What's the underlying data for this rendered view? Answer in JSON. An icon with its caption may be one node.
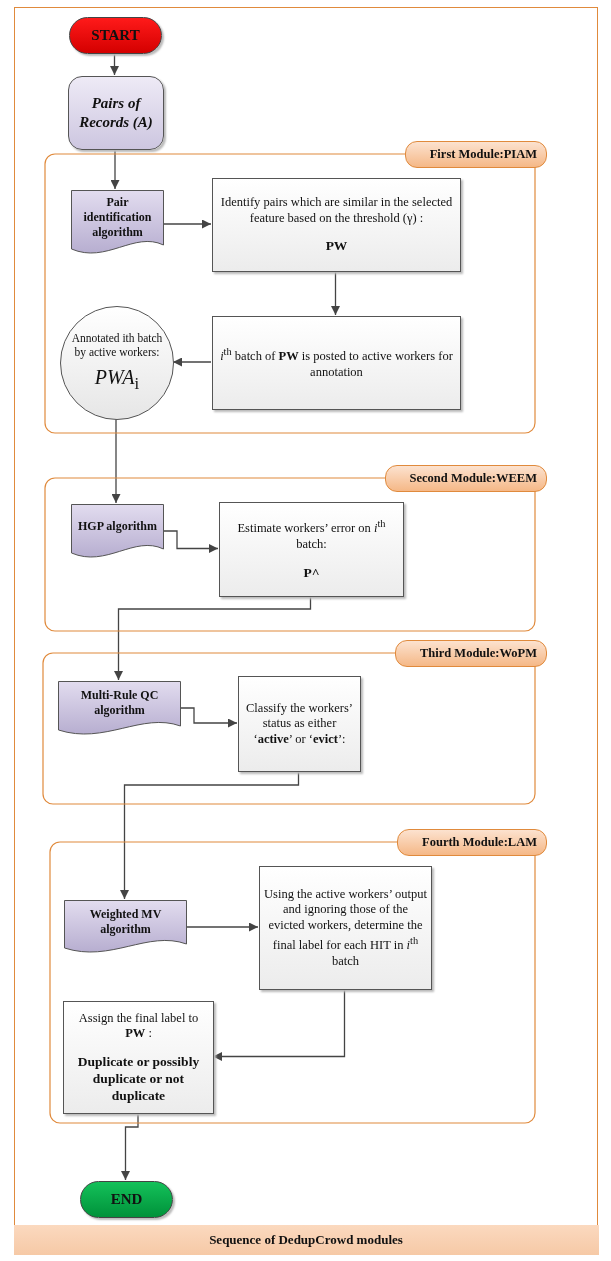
{
  "diagram": {
    "nodes": [
      {
        "text": [
          "Sequence of DedupCrowd modules"
        ]
      },
      {
        "text": [
          "START"
        ],
        "in": 0
      },
      {
        "text": [
          "Pairs of Records (A)"
        ],
        "in": 0
      },
      {
        "text": [
          "First Module:PIAM"
        ],
        "in": 0
      },
      {
        "text": [
          "Pair identification algorithm"
        ],
        "in": 3
      },
      {
        "text": [
          "Identify pairs which are similar in the selected feature based on the threshold (γ) :",
          "PW"
        ],
        "in": 3
      },
      {
        "text": [
          "Annotated ith batch by active workers:",
          "*PWA*$_{i}$"
        ],
        "in": 3
      },
      {
        "text": [
          "*i*$^{th}$ batch of **PW** is posted to active workers for annotation"
        ],
        "in": 3
      },
      {
        "text": [
          "Second Module:WEEM"
        ],
        "in": 0
      },
      {
        "text": [
          "HGP algorithm"
        ],
        "in": 8
      },
      {
        "text": [
          "Estimate workers’ error on *i*$^{th}$ batch:",
          "P^"
        ],
        "in": 8
      },
      {
        "text": [
          "Third Module:WoPM"
        ],
        "in": 0
      },
      {
        "text": [
          "Multi-Rule QC algorithm"
        ],
        "in": 11
      },
      {
        "text": [
          "Classify the workers’ status as either ‘**active**’ or ‘**evict**’:"
        ],
        "in": 11
      },
      {
        "text": [
          "Fourth Module:LAM"
        ],
        "in": 0
      },
      {
        "text": [
          "Weighted MV algorithm"
        ],
        "in": 14
      },
      {
        "text": [
          "Using the active workers’ output and ignoring those of the evicted workers, determine the final label for each HIT in *i*$^{th}$ batch"
        ],
        "in": 14
      },
      {
        "text": [
          "Assign the final label to **PW** :",
          "Duplicate or possibly duplicate or not duplicate"
        ],
        "in": 14
      },
      {
        "text": [
          "END"
        ],
        "in": 0
      }
    ],
    "edges": [
      {
        "from": 1,
        "to": 2,
        "arrow": "to"
      },
      {
        "from": 2,
        "to": 4,
        "arrow": "to"
      },
      {
        "from": 4,
        "to": 5,
        "arrow": "to"
      },
      {
        "from": 5,
        "to": 7,
        "arrow": "to"
      },
      {
        "from": 7,
        "to": 6,
        "arrow": "to"
      },
      {
        "from": 6,
        "to": 9,
        "arrow": "to"
      },
      {
        "from": 9,
        "to": 10,
        "arrow": "to"
      },
      {
        "from": 10,
        "to": 12,
        "arrow": "to"
      },
      {
        "from": 12,
        "to": 13,
        "arrow": "to"
      },
      {
        "from": 13,
        "to": 15,
        "arrow": "to"
      },
      {
        "from": 15,
        "to": 16,
        "arrow": "to"
      },
      {
        "from": 16,
        "to": 17,
        "arrow": "to"
      },
      {
        "from": 17,
        "to": 18,
        "arrow": "to"
      }
    ]
  }
}
